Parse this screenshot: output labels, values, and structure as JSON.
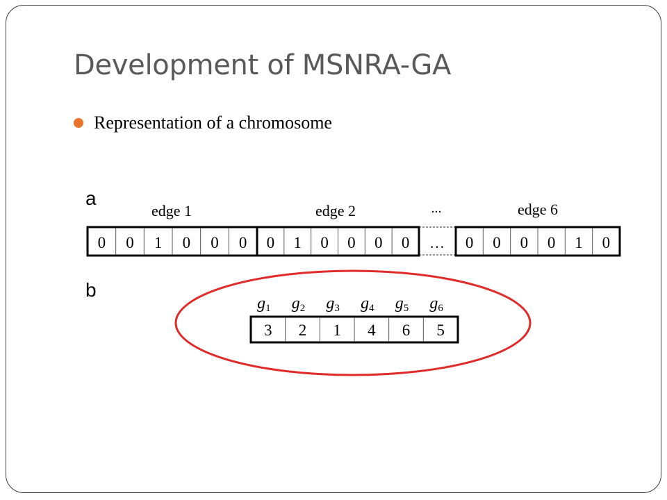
{
  "slide": {
    "title": "Development of MSNRA-GA",
    "bullet": "Representation of a chromosome",
    "accent_color": "#e8742b",
    "highlight_color": "#e02b2b"
  },
  "panel_a": {
    "label": "a",
    "edges": [
      {
        "label": "edge 1",
        "bits": [
          "0",
          "0",
          "1",
          "0",
          "0",
          "0"
        ]
      },
      {
        "label": "edge 2",
        "bits": [
          "0",
          "1",
          "0",
          "0",
          "0",
          "0"
        ]
      },
      {
        "label": "edge 6",
        "bits": [
          "0",
          "0",
          "0",
          "0",
          "1",
          "0"
        ]
      }
    ],
    "gap_label": "...",
    "gap_cell": "…"
  },
  "panel_b": {
    "label": "b",
    "genes": [
      {
        "name": "g",
        "index": "1",
        "value": "3"
      },
      {
        "name": "g",
        "index": "2",
        "value": "2"
      },
      {
        "name": "g",
        "index": "3",
        "value": "1"
      },
      {
        "name": "g",
        "index": "4",
        "value": "4"
      },
      {
        "name": "g",
        "index": "5",
        "value": "6"
      },
      {
        "name": "g",
        "index": "6",
        "value": "5"
      }
    ]
  }
}
